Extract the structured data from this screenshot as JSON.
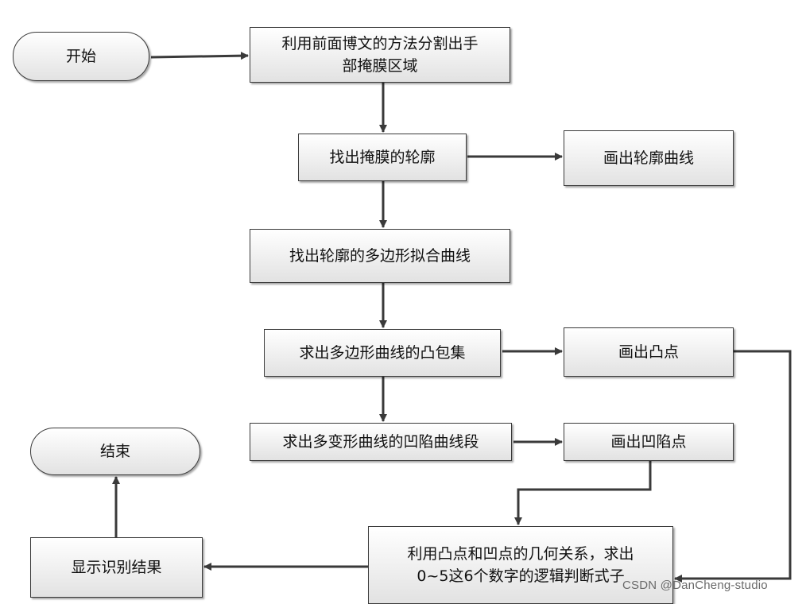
{
  "nodes": {
    "start": "开始",
    "step1": {
      "line1": "利用前面博文的方法分割出手",
      "line2": "部掩膜区域"
    },
    "find_contour": "找出掩膜的轮廓",
    "draw_contour": "画出轮廓曲线",
    "poly_fit": "找出轮廓的多边形拟合曲线",
    "convex_hull": "求出多边形曲线的凸包集",
    "draw_convex": "画出凸点",
    "concave_seg": "求出多变形曲线的凹陷曲线段",
    "draw_concave": "画出凹陷点",
    "logic": {
      "line1": "利用凸点和凹点的几何关系，求出",
      "line2": "0~5这6个数字的逻辑判断式子"
    },
    "show_result": "显示识别结果",
    "end": "结束"
  },
  "watermark": "CSDN @DanCheng-studio",
  "colors": {
    "line": "#3a3a3a",
    "box_top": "#ffffff",
    "box_bottom": "#e2e2e2"
  }
}
